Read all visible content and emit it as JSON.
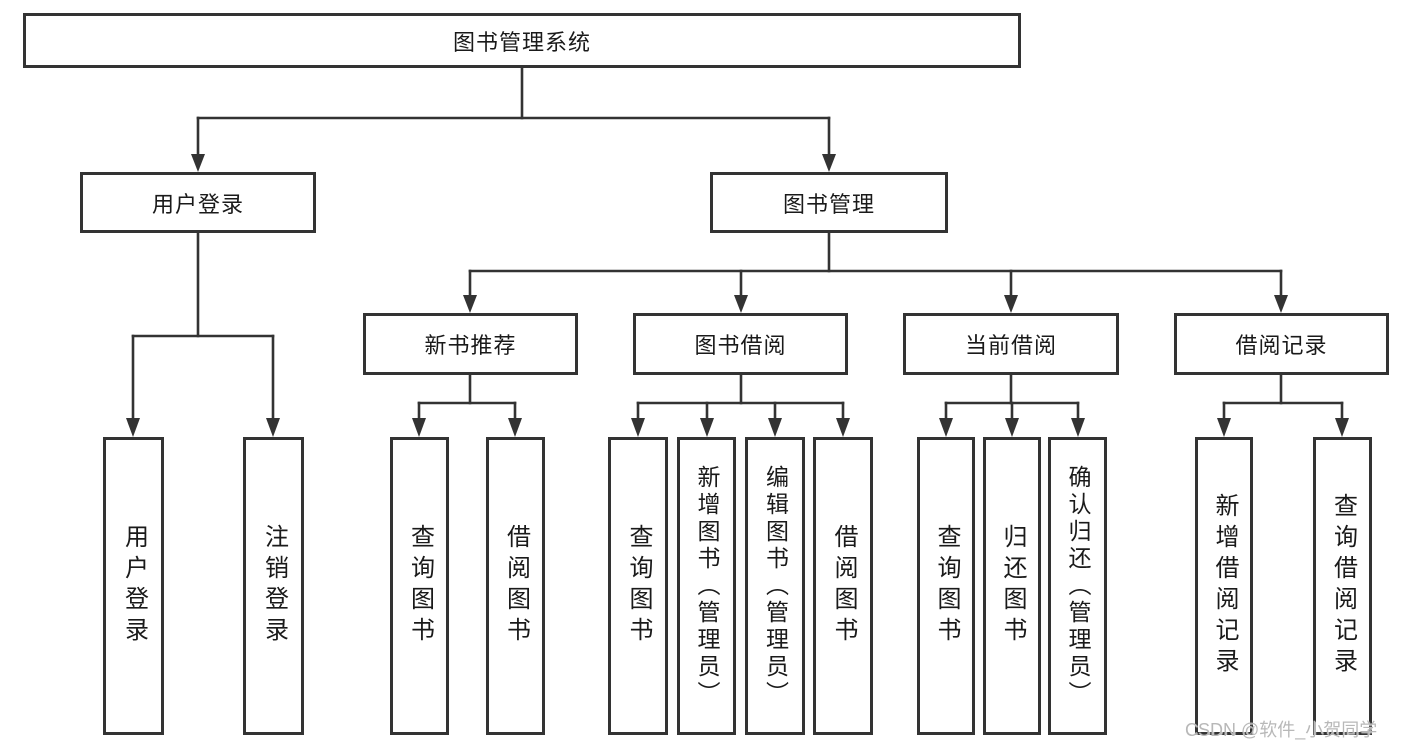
{
  "diagram": {
    "root": {
      "label": "图书管理系统"
    },
    "branches": [
      {
        "label": "用户登录",
        "children": [
          {
            "label": "用户登录"
          },
          {
            "label": "注销登录"
          }
        ]
      },
      {
        "label": "图书管理",
        "children": [
          {
            "label": "新书推荐",
            "children": [
              {
                "label": "查询图书"
              },
              {
                "label": "借阅图书"
              }
            ]
          },
          {
            "label": "图书借阅",
            "children": [
              {
                "label": "查询图书"
              },
              {
                "label": "新增图书（管理员）"
              },
              {
                "label": "编辑图书（管理员）"
              },
              {
                "label": "借阅图书"
              }
            ]
          },
          {
            "label": "当前借阅",
            "children": [
              {
                "label": "查询图书"
              },
              {
                "label": "归还图书"
              },
              {
                "label": "确认归还（管理员）"
              }
            ]
          },
          {
            "label": "借阅记录",
            "children": [
              {
                "label": "新增借阅记录"
              },
              {
                "label": "查询借阅记录"
              }
            ]
          }
        ]
      }
    ],
    "colors": {
      "line": "#333333",
      "box_border": "#333333",
      "text": "#1a1a1a",
      "background": "#ffffff",
      "watermark": "#b8b8b8"
    },
    "watermark": {
      "text": "CSDN @软件_小贺同学"
    }
  }
}
